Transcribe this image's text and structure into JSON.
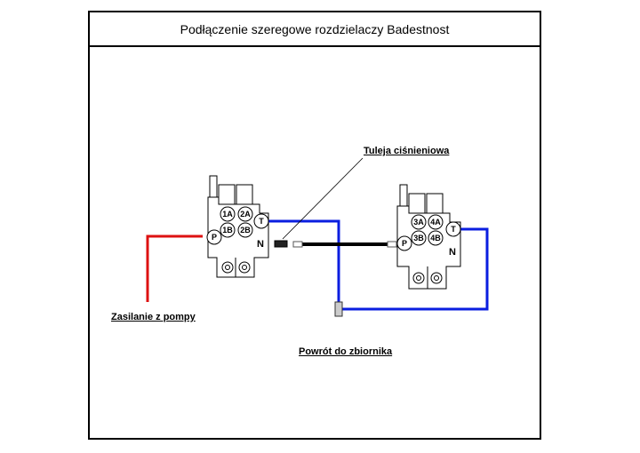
{
  "title": "Podłączenie szeregowe rozdzielaczy Badestnost",
  "labels": {
    "sleeve": "Tuleja ciśnieniowa",
    "supply": "Zasilanie z pompy",
    "return": "Powrót do zbiornika"
  },
  "valve_left": {
    "ports": [
      "1A",
      "2A",
      "1B",
      "2B",
      "P",
      "T",
      "N"
    ]
  },
  "valve_right": {
    "ports": [
      "3A",
      "4A",
      "3B",
      "4B",
      "P",
      "T",
      "N"
    ]
  },
  "colors": {
    "supply_line": "#dd1111",
    "return_line": "#0a1ee0",
    "hose": "#000000"
  }
}
